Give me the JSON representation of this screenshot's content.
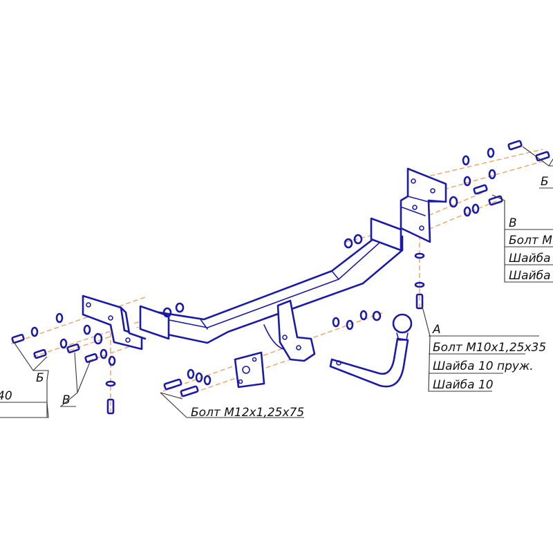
{
  "callouts": {
    "left_b": "Б",
    "left_v": "В",
    "left_cut": "40",
    "right_b": "Б",
    "right_v": "В",
    "right_v_line1": "Болт M",
    "right_v_line2": "Шайба",
    "right_v_line3": "Шайба",
    "center_a": "A",
    "center_bolt": "Болт M10x1,25x35",
    "center_washer_spring": "Шайба 10 пруж.",
    "center_washer": "Шайба 10",
    "bottom_bolt": "Болт M12x1,25x75"
  },
  "colors": {
    "part_outline": "#1a1aa8",
    "axis_line": "#f0a060",
    "leader": "#333333"
  }
}
